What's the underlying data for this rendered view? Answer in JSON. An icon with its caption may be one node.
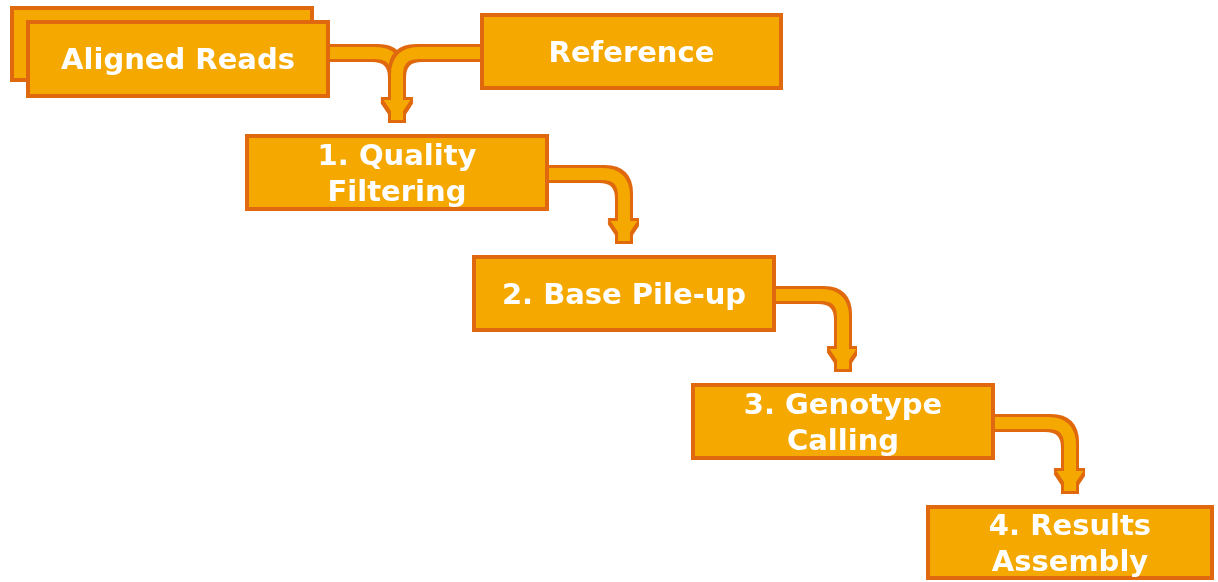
{
  "diagram": {
    "nodes": [
      {
        "text": [
          "Aligned Reads"
        ]
      },
      {
        "text": [
          "Reference"
        ]
      },
      {
        "text": [
          "1. Quality Filtering"
        ]
      },
      {
        "text": [
          "2. Base Pile-up"
        ]
      },
      {
        "text": [
          "3. Genotype Calling"
        ]
      },
      {
        "text": [
          "4. Results Assembly"
        ]
      }
    ],
    "edges": [
      {
        "from": 0,
        "to": 2,
        "arrow": "to"
      },
      {
        "from": 1,
        "to": 2,
        "arrow": "to"
      },
      {
        "from": 2,
        "to": 3,
        "arrow": "to"
      },
      {
        "from": 3,
        "to": 4,
        "arrow": "to"
      },
      {
        "from": 4,
        "to": 5,
        "arrow": "to"
      }
    ]
  }
}
